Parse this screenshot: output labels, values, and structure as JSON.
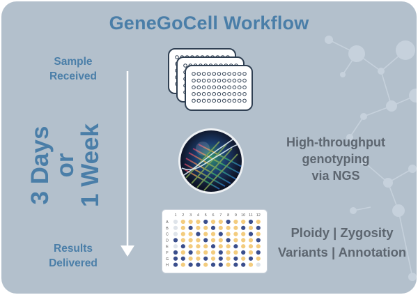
{
  "title": "GeneGoCell Workflow",
  "timeline": {
    "start_label_line1": "Sample",
    "start_label_line2": "Received",
    "duration_line1": "3 Days",
    "duration_line2": "or",
    "duration_line3": "1 Week",
    "end_label_line1": "Results",
    "end_label_line2": "Delivered"
  },
  "steps": {
    "genotyping_line1": "High-throughput",
    "genotyping_line2": "genotyping",
    "genotyping_line3": "via NGS",
    "results_line1": "Ploidy | Zygosity",
    "results_line2": "Variants | Annotation"
  },
  "plate": {
    "columns": [
      "1",
      "2",
      "3",
      "4",
      "5",
      "6",
      "7",
      "8",
      "9",
      "10",
      "11",
      "12"
    ],
    "rows": [
      "A",
      "B",
      "C",
      "D",
      "E",
      "F",
      "G",
      "H"
    ]
  },
  "colors": {
    "background": "#b3c0cc",
    "title": "#4a7ea8",
    "accent_text": "#5d6670",
    "arrow": "#ffffff",
    "dot_navy": "#3a4e8c",
    "dot_yellow": "#f3cc7e",
    "dot_light": "#dfe4ea"
  }
}
